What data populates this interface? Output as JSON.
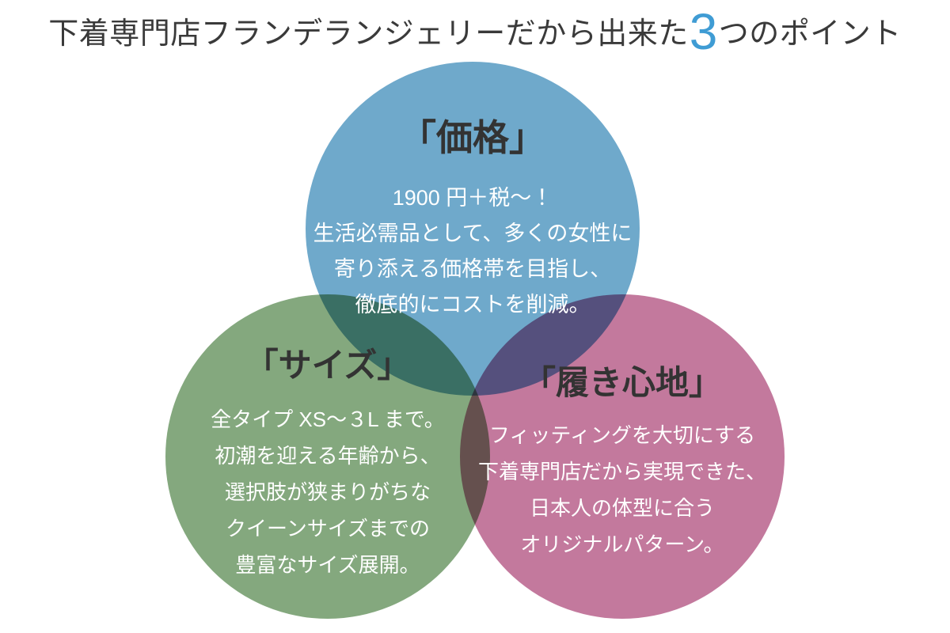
{
  "title": {
    "prefix": "下着専門店フランデランジェリーだから出来た",
    "highlight": "3",
    "suffix": "つのポイント"
  },
  "colors": {
    "title_text": "#3a3a3a",
    "highlight_number": "#3f9cd4",
    "heading_text": "#333333",
    "body_text": "#ffffff",
    "circle_blue": "#6fa9cb",
    "circle_green": "#84a87e",
    "circle_pink": "#c3799d"
  },
  "circles": [
    {
      "id": "price",
      "heading": "「価格」",
      "lines": [
        "1900 円＋税〜！",
        "生活必需品として、多くの女性に",
        "寄り添える価格帯を目指し、",
        "徹底的にコストを削減。"
      ]
    },
    {
      "id": "size",
      "heading": "「サイズ」",
      "lines": [
        "全タイプ XS〜３L まで。",
        "初潮を迎える年齢から、",
        "選択肢が狭まりがちな",
        "クイーンサイズまでの",
        "豊富なサイズ展開。"
      ]
    },
    {
      "id": "comfort",
      "heading": "「履き心地」",
      "lines": [
        "フィッティングを大切にする",
        "下着専門店だから実現できた、",
        "日本人の体型に合う",
        "オリジナルパターン。"
      ]
    }
  ]
}
